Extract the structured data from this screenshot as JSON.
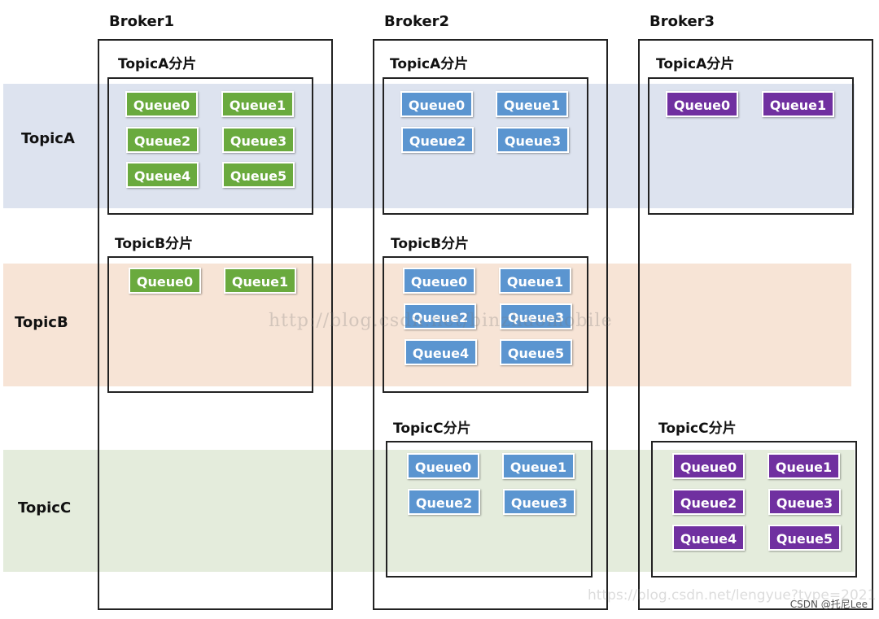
{
  "row_labels": {
    "a": "TopicA",
    "b": "TopicB",
    "c": "TopicC"
  },
  "brokers": {
    "b1": {
      "title": "Broker1",
      "shard_a": "TopicA分片",
      "shard_b": "TopicB分片",
      "queues_a": [
        "Queue0",
        "Queue1",
        "Queue2",
        "Queue3",
        "Queue4",
        "Queue5"
      ],
      "queues_b": [
        "Queue0",
        "Queue1"
      ]
    },
    "b2": {
      "title": "Broker2",
      "shard_a": "TopicA分片",
      "shard_b": "TopicB分片",
      "shard_c": "TopicC分片",
      "queues_a": [
        "Queue0",
        "Queue1",
        "Queue2",
        "Queue3"
      ],
      "queues_b": [
        "Queue0",
        "Queue1",
        "Queue2",
        "Queue3",
        "Queue4",
        "Queue5"
      ],
      "queues_c": [
        "Queue0",
        "Queue1",
        "Queue2",
        "Queue3"
      ]
    },
    "b3": {
      "title": "Broker3",
      "shard_a": "TopicA分片",
      "shard_c": "TopicC分片",
      "queues_a": [
        "Queue0",
        "Queue1"
      ],
      "queues_c": [
        "Queue0",
        "Queue1",
        "Queue2",
        "Queue3",
        "Queue4",
        "Queue5"
      ]
    }
  },
  "colors": {
    "broker1_queue": "#6aaa3e",
    "broker2_queue": "#5b95d0",
    "broker3_queue": "#7030a0",
    "topicA_band": "#dde3ef",
    "topicB_band": "#f7e4d6",
    "topicC_band": "#e4ecdc"
  },
  "watermark": "http://blog.csdn.net/binzhaomobile",
  "watermark_bottom": "https://blog.csdn.net/lengyue?type=2021",
  "credit": "CSDN @托尼Lee"
}
